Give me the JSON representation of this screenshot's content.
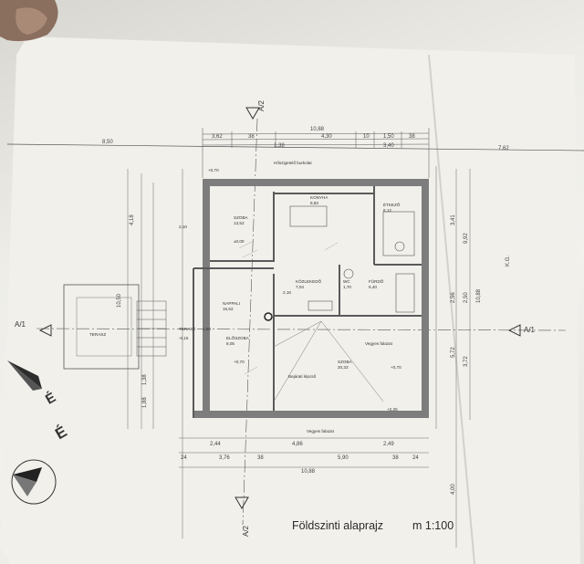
{
  "title": "Földszinti alaprajz",
  "scale": "m 1:100",
  "section_marks": {
    "a2_top": "A/2",
    "a2_bottom": "A/2",
    "a1_left": "A/1",
    "a1_right": "A/1"
  },
  "north_marks": [
    "É",
    "É"
  ],
  "top_dims": {
    "total": "10,88",
    "row1": [
      "3,62",
      "38",
      "4,30",
      "10",
      "1,50",
      "38"
    ],
    "row2": [
      "1,38",
      "3,40"
    ],
    "left_setback": "8,50",
    "right_setback": "7,62"
  },
  "bottom_dims": {
    "row1": [
      "2,44",
      "4,86",
      "2,49"
    ],
    "row2": [
      "24",
      "3,76",
      "38",
      "5,90",
      "38",
      "24"
    ],
    "total": "10,88"
  },
  "right_dims": [
    "3,41",
    "9,92",
    "2,56",
    "3,72",
    "5,72",
    "10,88",
    "2,50"
  ],
  "left_dims": [
    "4,18",
    "10,50",
    "1,38",
    "1,88"
  ],
  "rooms": [
    {
      "name": "SZOBA",
      "area": "13,52",
      "level": "±0,00"
    },
    {
      "name": "KONYHA",
      "area": "8,83"
    },
    {
      "name": "ÉTKEZŐ",
      "area": "6,12"
    },
    {
      "name": "KÖZLEKEDŐ",
      "area": "7,04"
    },
    {
      "name": "FÜRDŐ",
      "area": "5,40"
    },
    {
      "name": "WC",
      "area": "1,70"
    },
    {
      "name": "ELŐSZOBA",
      "area": "8,05"
    },
    {
      "name": "SZOBA",
      "area": "20,33",
      "level": "+0,70"
    },
    {
      "name": "TERASZ"
    },
    {
      "name": "NAPPALI",
      "area": "15,62"
    }
  ],
  "texts": {
    "parapet": "Bejárati lépcső",
    "heat": "Hőszigetelő burkolat",
    "fal": "Vegyes falazat",
    "terasz": "TERASZ",
    "level": "+0,70",
    "level2": "+0,70",
    "level3": "-0,15",
    "level4": "+2,25",
    "side_label": "K.G.",
    "height1": "2,10",
    "height2": "2,16",
    "height3": "1,80",
    "bottom_note": "Vegyes falazat",
    "dim_400": "4,00"
  },
  "colors": {
    "line": "#4a4a4a",
    "paper": "#efeee9",
    "ink": "#2b2b2b",
    "wall": "#7d7d7d"
  }
}
